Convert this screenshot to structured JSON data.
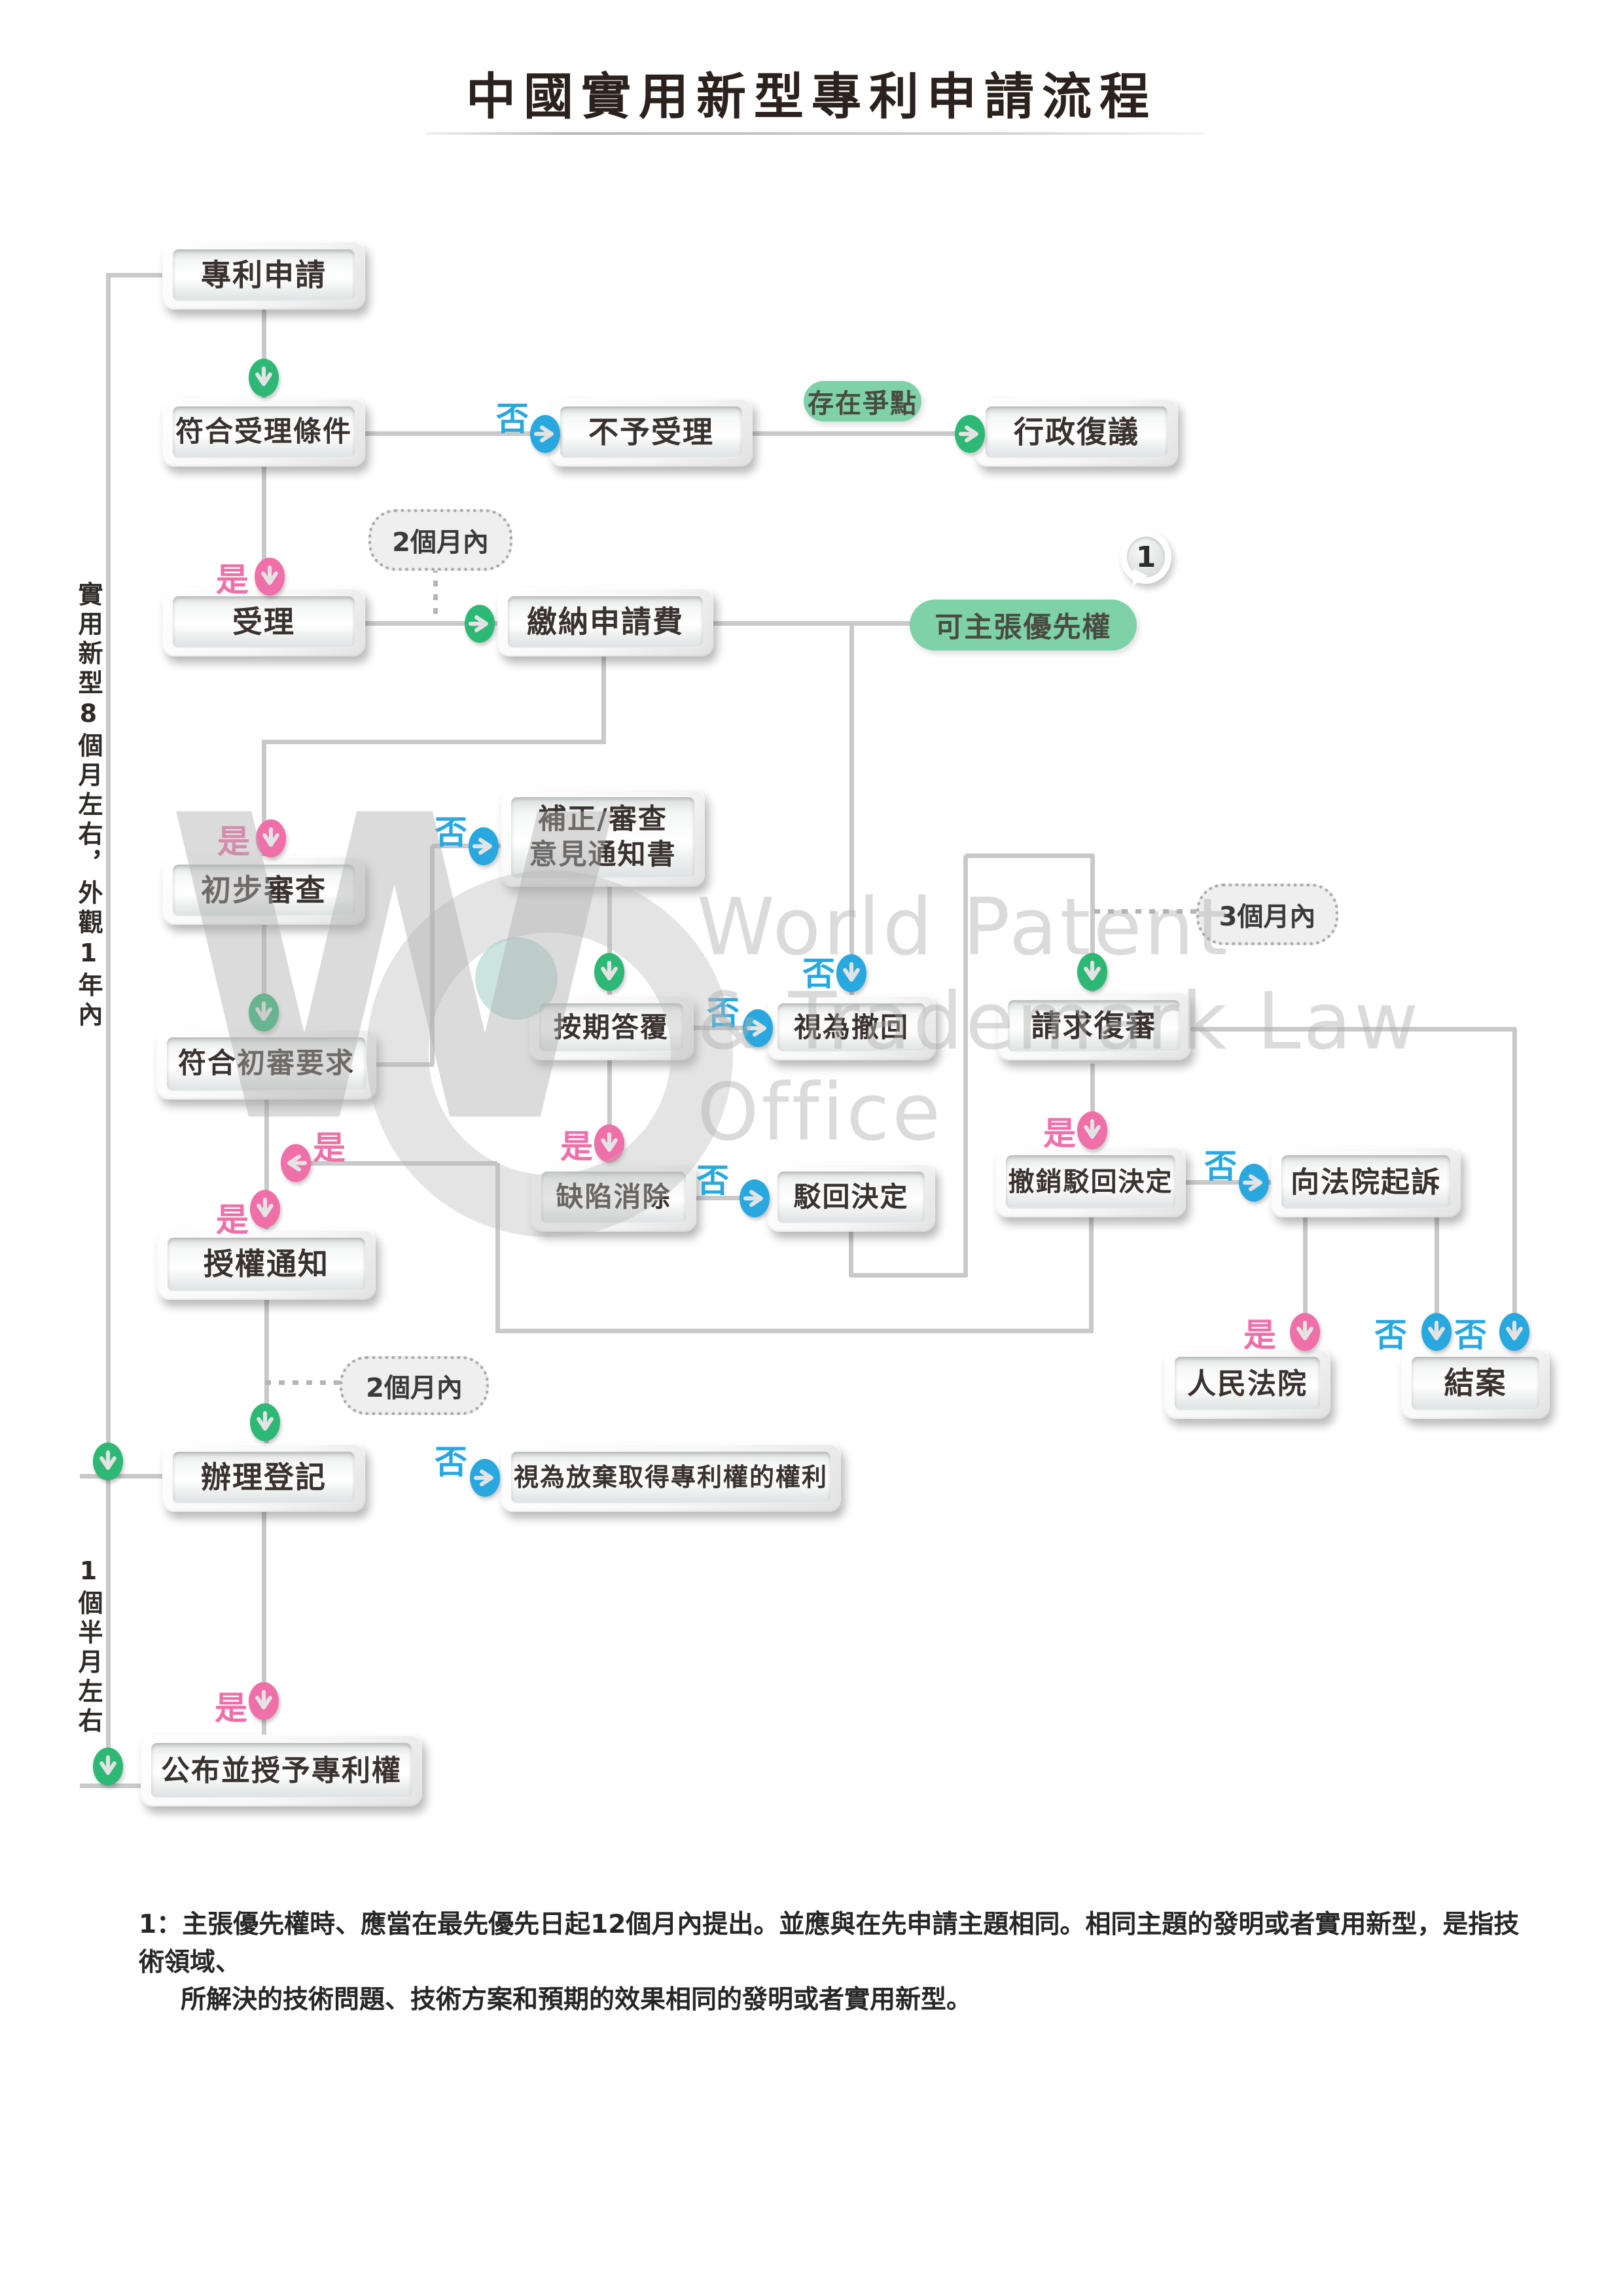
{
  "title": "中國實用新型專利申請流程",
  "watermark": {
    "monogram": "W",
    "line1": "World Patent",
    "line2": "& Trademark Law Office"
  },
  "side_labels": {
    "upper": "實用新型8個月左右，外觀1年內",
    "lower": "1個半月左右"
  },
  "decisions": {
    "yes": "是",
    "no": "否"
  },
  "bubbles": {
    "two_months": "2個月內",
    "three_months": "3個月內"
  },
  "pills": {
    "dispute": "存在爭點",
    "priority": "可主張優先權"
  },
  "badge": {
    "label": "1"
  },
  "nodes": {
    "apply": "專利申請",
    "accept_cond": "符合受理條件",
    "not_accepted": "不予受理",
    "admin_review": "行政復議",
    "accepted": "受理",
    "pay_fee": "繳納申請費",
    "prelim_exam": "初步審查",
    "correction_l1": "補正/審查",
    "correction_l2": "意見通知書",
    "meet_prelim": "符合初審要求",
    "reply_on_time": "按期答覆",
    "deemed_withdrawn": "視為撤回",
    "request_reexam": "請求復審",
    "defect_removed": "缺陷消除",
    "rejection_decision": "駁回決定",
    "revoke_rejection": "撤銷駁回決定",
    "sue_court": "向法院起訴",
    "peoples_court": "人民法院",
    "case_closed": "結案",
    "grant_notice": "授權通知",
    "registration": "辦理登記",
    "deemed_abandon": "視為放棄取得專利權的權利",
    "publish_grant": "公布並授予專利權"
  },
  "footnote": {
    "line1": "1：主張優先權時、應當在最先優先日起12個月內提出。並應與在先申請主題相同。相同主題的發明或者實用新型，是指技術領域、",
    "line2": "所解決的技術問題、技術方案和預期的效果相同的發明或者實用新型。"
  },
  "colors": {
    "green": "#2eb875",
    "blue": "#29a8e0",
    "pink": "#ef6fa9",
    "line_gray": "#c9c9c9",
    "pill_green": "#7fd1a7",
    "bubble_gray": "#efefef"
  }
}
